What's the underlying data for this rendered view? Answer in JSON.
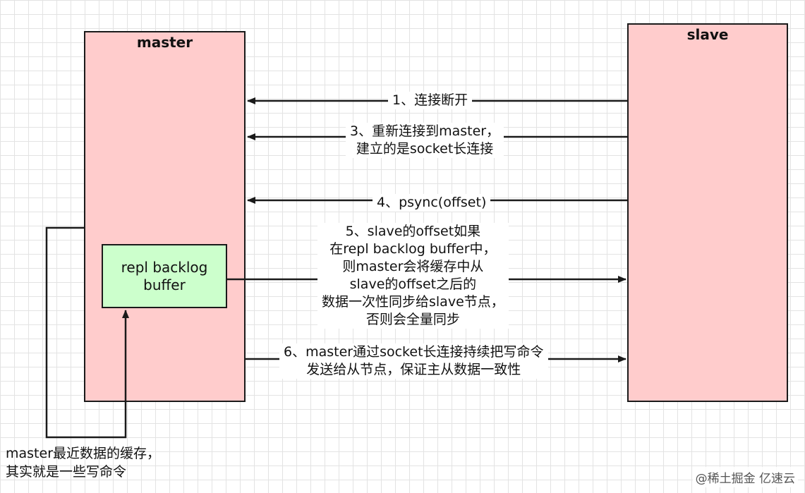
{
  "master": {
    "title": "master"
  },
  "slave": {
    "title": "slave"
  },
  "backlog": {
    "lines": [
      "repl backlog",
      "buffer"
    ]
  },
  "steps": {
    "step1": [
      "1、连接断开"
    ],
    "step3": [
      "3、重新连接到master，",
      "建立的是socket长连接"
    ],
    "step4": [
      "4、psync(offset)"
    ],
    "step5": [
      "5、slave的offset如果",
      "在repl backlog buffer中，",
      "则master会将缓存中从",
      "slave的offset之后的",
      "数据一次性同步给slave节点，",
      "否则会全量同步"
    ],
    "step6": [
      "6、master通过socket长连接持续把写命令",
      "发送给从节点，保证主从数据一致性"
    ]
  },
  "cache_note": {
    "lines": [
      "master最近数据的缓存，",
      "其实就是一些写命令"
    ]
  },
  "watermark": {
    "text": "@稀土掘金 亿速云"
  },
  "colors": {
    "node_fill": "#ffcccc",
    "buffer_fill": "#ccffcc",
    "line": "#1a1a1a"
  }
}
